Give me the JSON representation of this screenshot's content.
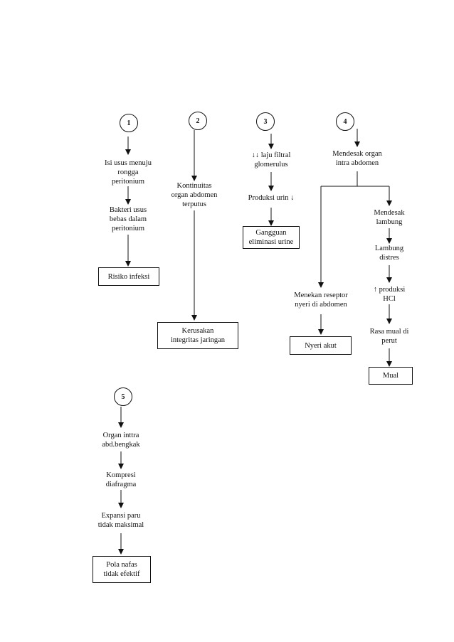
{
  "circles": [
    "1",
    "2",
    "3",
    "4",
    "5"
  ],
  "col1": {
    "t1": "Isi usus menuju\nrongga\nperitonium",
    "t2": "Bakteri usus\nbebas dalam\nperitonium",
    "box": "Risiko infeksi"
  },
  "col2": {
    "t1": "Kontinuitas\norgan abdomen\nterputus",
    "box": "Kerusakan\nintegritas jaringan"
  },
  "col3": {
    "t1": "↓↓ laju filtral\nglomerulus",
    "t2": "Produksi urin ↓",
    "box": "Gangguan\neliminasi urine"
  },
  "col4": {
    "t1": "Mendesak organ\nintra abdomen",
    "left_t1": "Menekan reseptor\nnyeri di abdomen",
    "left_box": "Nyeri akut",
    "right_t1": "Mendesak\nlambung",
    "right_t2": "Lambung\ndistres",
    "right_t3": "↑ produksi\nHCl",
    "right_t4": "Rasa mual di\nperut",
    "right_box": "Mual"
  },
  "col5": {
    "t1": "Organ inttra\nabd.bengkak",
    "t2": "Kompresi\ndiafragma",
    "t3": "Expansi paru\ntidak maksimal",
    "box": "Pola nafas\ntidak efektif"
  }
}
